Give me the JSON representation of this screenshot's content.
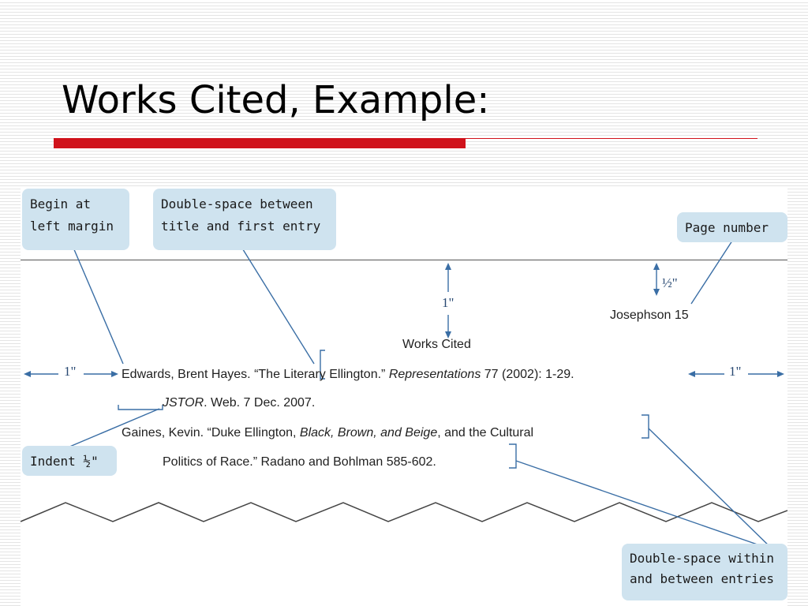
{
  "slide": {
    "title": "Works Cited, Example:",
    "accent_color": "#d0121b"
  },
  "callouts": {
    "begin_margin": "Begin at\nleft margin",
    "double_space_title": "Double-space between\ntitle and first entry",
    "page_number": "Page number",
    "indent": "Indent ½\"",
    "double_space_entries": "Double-space within\nand between entries"
  },
  "dimensions": {
    "top_margin": "1\"",
    "header_offset": "½\"",
    "left_margin": "1\"",
    "right_margin": "1\""
  },
  "manuscript": {
    "header": "Josephson 15",
    "heading": "Works Cited",
    "entries": [
      {
        "line1_pre": "Edwards, Brent Hayes. “The Literary Ellington.” ",
        "line1_italic": "Representations",
        "line1_post": " 77 (2002): 1-29.",
        "line2_italic": "JSTOR",
        "line2_post": ". Web. 7 Dec. 2007."
      },
      {
        "line1_pre": "Gaines, Kevin. “Duke Ellington, ",
        "line1_italic": "Black, Brown, and Beige",
        "line1_post": ", and the Cultural",
        "line2": "Politics of Race.” Radano and Bohlman 585-602."
      }
    ]
  },
  "colors": {
    "callout_bg": "#cfe3ef",
    "leader_line": "#3a6ea5",
    "dimension_text": "#2a4a73"
  }
}
